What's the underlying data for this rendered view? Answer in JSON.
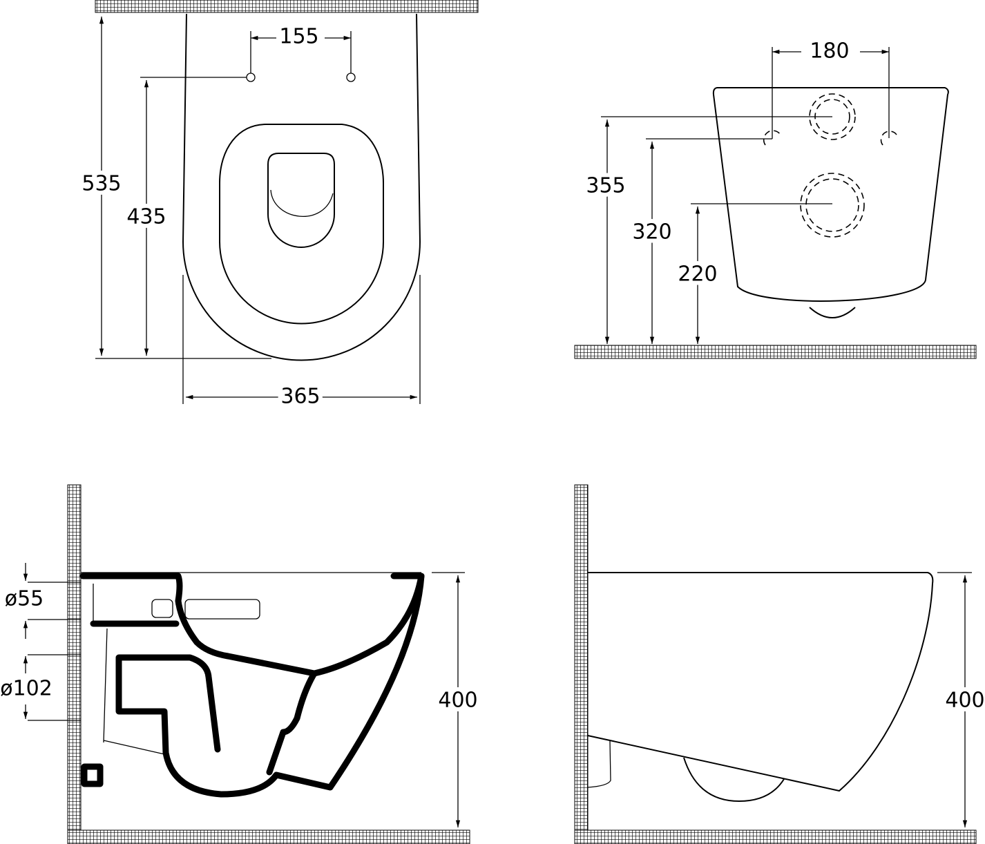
{
  "views": {
    "top": {
      "dims": {
        "holes_spacing": "155",
        "total_length": "535",
        "hole_to_front": "435",
        "width": "365"
      }
    },
    "rear": {
      "dims": {
        "bolt_spacing": "180",
        "height_355": "355",
        "height_320": "320",
        "height_220": "220"
      }
    },
    "section": {
      "dims": {
        "inlet_diameter": "ø55",
        "outlet_diameter": "ø102",
        "height": "400"
      }
    },
    "side": {
      "dims": {
        "height": "400"
      }
    }
  },
  "colors": {
    "line": "#000000",
    "background": "#ffffff"
  }
}
